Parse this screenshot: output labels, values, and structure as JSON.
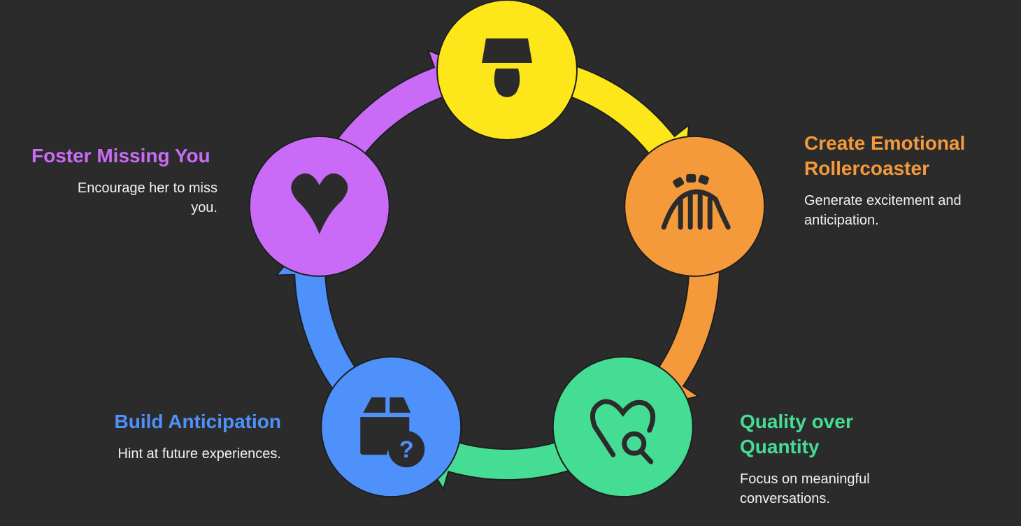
{
  "colors": {
    "background": "#2b2b2b",
    "yellow": "#fde619",
    "orange": "#f59a3b",
    "green": "#45dd93",
    "blue": "#4e91fa",
    "purple": "#c96bf7",
    "icon": "#2b2b2b"
  },
  "steps": [
    {
      "id": "start",
      "color": "#fde619",
      "icon": "lamp-icon"
    },
    {
      "id": "rollercoaster",
      "color": "#f59a3b",
      "icon": "rollercoaster-icon",
      "title": "Create Emotional Rollercoaster",
      "title_lines": [
        "Create Emotional",
        "Rollercoaster"
      ],
      "desc": "Generate excitement and anticipation.",
      "desc_lines": [
        "Generate excitement and",
        "anticipation."
      ]
    },
    {
      "id": "quality",
      "color": "#45dd93",
      "icon": "heart-search-icon",
      "title": "Quality over Quantity",
      "title_lines": [
        "Quality over",
        "Quantity"
      ],
      "desc": "Focus on meaningful conversations.",
      "desc_lines": [
        "Focus on meaningful",
        "conversations."
      ]
    },
    {
      "id": "anticipation",
      "color": "#4e91fa",
      "icon": "box-question-icon",
      "title": "Build Anticipation",
      "desc": "Hint at future experiences."
    },
    {
      "id": "missing",
      "color": "#c96bf7",
      "icon": "heart-icon",
      "title": "Foster Missing You",
      "desc": "Encourage her to miss you.",
      "desc_lines": [
        "Encourage her to miss",
        "you."
      ]
    }
  ]
}
